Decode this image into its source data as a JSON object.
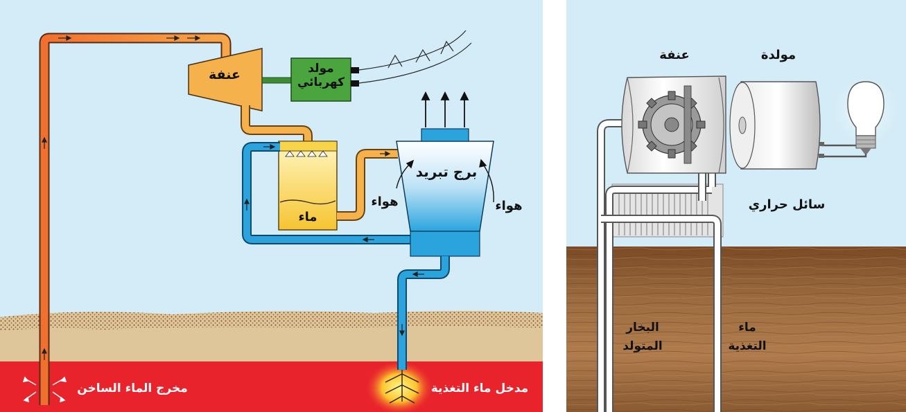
{
  "left_panel": {
    "turbine": "عنفة",
    "generator": "مولد كهربائي",
    "water": "ماء",
    "cooling_tower": "برج تبريد",
    "air_left": "هواء",
    "air_right": "هواء",
    "hot_water_outlet": "مخرج الماء الساخن",
    "feed_water_inlet": "مدخل ماء التغذية"
  },
  "right_panel": {
    "turbine": "عنفة",
    "generator": "مولدة",
    "thermal_fluid": "سائل حراري",
    "generated_steam": "البخار المتولد",
    "feed_water": "ماء التغذية"
  },
  "colors": {
    "sky": "#d4ecf7",
    "hot_pipe": "#f06a28",
    "turbine_pipe": "#f5b14c",
    "cold_pipe": "#2ba3dc",
    "generator": "#4aa53f",
    "condenser": "#f7d44a",
    "hot_rock": "#e8232b",
    "sand": "#dfc59a",
    "ground": "#8a5a32"
  }
}
